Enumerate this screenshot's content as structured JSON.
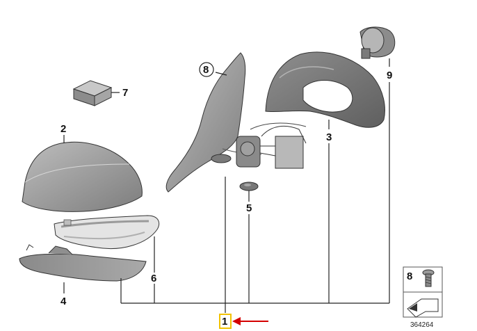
{
  "diagram": {
    "callouts": [
      {
        "id": "1",
        "label": "1"
      },
      {
        "id": "2",
        "label": "2"
      },
      {
        "id": "3",
        "label": "3"
      },
      {
        "id": "4",
        "label": "4"
      },
      {
        "id": "5",
        "label": "5"
      },
      {
        "id": "6",
        "label": "6"
      },
      {
        "id": "7",
        "label": "7"
      },
      {
        "id": "8",
        "label": "8"
      },
      {
        "id": "9",
        "label": "9"
      }
    ],
    "inset": {
      "label": "8"
    },
    "image_number": "364264",
    "colors": {
      "part_gray": "#9a9a9a",
      "part_dark": "#6e6e6e",
      "highlight_box": "#f2c200",
      "arrow": "#d40000"
    }
  }
}
